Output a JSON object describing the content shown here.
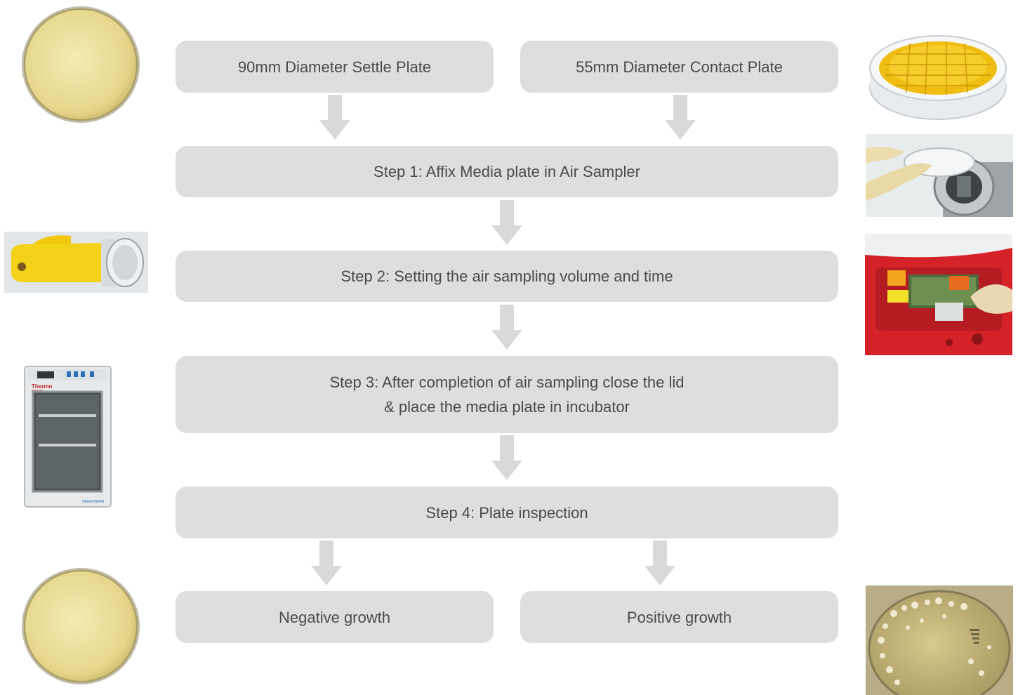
{
  "flowchart": {
    "plate_settle": "90mm Diameter Settle Plate",
    "plate_contact": "55mm Diameter Contact Plate",
    "step1": "Step 1: Affix Media plate in Air Sampler",
    "step2": "Step 2: Setting the air sampling volume and time",
    "step3_line1": "Step 3: After completion of air sampling close the lid",
    "step3_line2": "& place the media plate in incubator",
    "step4": "Step 4: Plate inspection",
    "negative": "Negative growth",
    "positive": "Positive growth"
  },
  "incubator_labels": {
    "brand": "Thermo",
    "brand_sub": "SCIENTIFIC",
    "model": "HERATHERM"
  },
  "colors": {
    "box_fill": "#dedede",
    "arrow_fill": "#d9d9d9",
    "text": "#4a4a4a",
    "agar": "#efe3a0",
    "contact_agar": "#f0bd12",
    "sampler_yellow": "#f4d21a",
    "device_red": "#d8242a"
  }
}
